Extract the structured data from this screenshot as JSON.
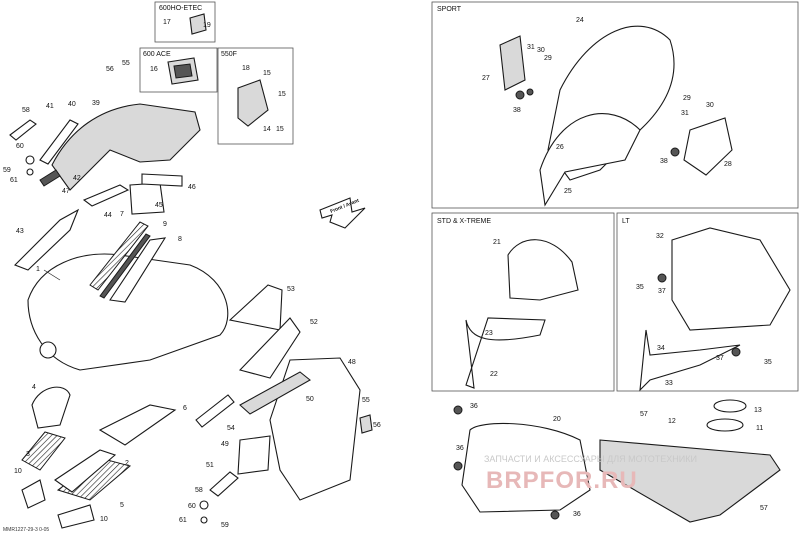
{
  "diagram": {
    "doc_id": "MMR1227-29-3 0-05",
    "front_arrow": "Front / Avant",
    "watermark_line1": "ЗАПЧАСТИ И АКСЕССУАРЫ ДЛЯ МОТОТЕХНИКИ",
    "watermark_line2": "BRPFOR.RU",
    "boxes": {
      "b600ho": "600HO-ETEC",
      "b600ace": "600 ACE",
      "b550f": "550F",
      "sport": "SPORT",
      "std": "STD & X-TREME",
      "lt": "LT"
    },
    "callouts": {
      "c1": "1",
      "c2": "2",
      "c3": "3",
      "c4": "4",
      "c5": "5",
      "c6": "6",
      "c7": "7",
      "c8": "8",
      "c9": "9",
      "c10a": "10",
      "c10b": "10",
      "c11": "11",
      "c12": "12",
      "c13": "13",
      "c14": "14",
      "c15a": "15",
      "c15b": "15",
      "c15c": "15",
      "c16": "16",
      "c17": "17",
      "c18": "18",
      "c19": "19",
      "c20": "20",
      "c21": "21",
      "c22": "22",
      "c23": "23",
      "c24": "24",
      "c25": "25",
      "c26": "26",
      "c27": "27",
      "c28": "28",
      "c29a": "29",
      "c29b": "29",
      "c30a": "30",
      "c30b": "30",
      "c31a": "31",
      "c31b": "31",
      "c32": "32",
      "c33": "33",
      "c34": "34",
      "c35a": "35",
      "c35b": "35",
      "c36a": "36",
      "c36b": "36",
      "c36c": "36",
      "c37a": "37",
      "c37b": "37",
      "c38a": "38",
      "c38b": "38",
      "c39": "39",
      "c40": "40",
      "c41": "41",
      "c42": "42",
      "c43": "43",
      "c44": "44",
      "c45": "45",
      "c46": "46",
      "c47": "47",
      "c48": "48",
      "c49": "49",
      "c50": "50",
      "c51": "51",
      "c52": "52",
      "c53": "53",
      "c54": "54",
      "c55a": "55",
      "c55b": "55",
      "c56a": "56",
      "c56b": "56",
      "c57a": "57",
      "c57b": "57",
      "c58a": "58",
      "c58b": "58",
      "c59a": "59",
      "c59b": "59",
      "c60a": "60",
      "c60b": "60",
      "c61a": "61",
      "c61b": "61"
    }
  }
}
